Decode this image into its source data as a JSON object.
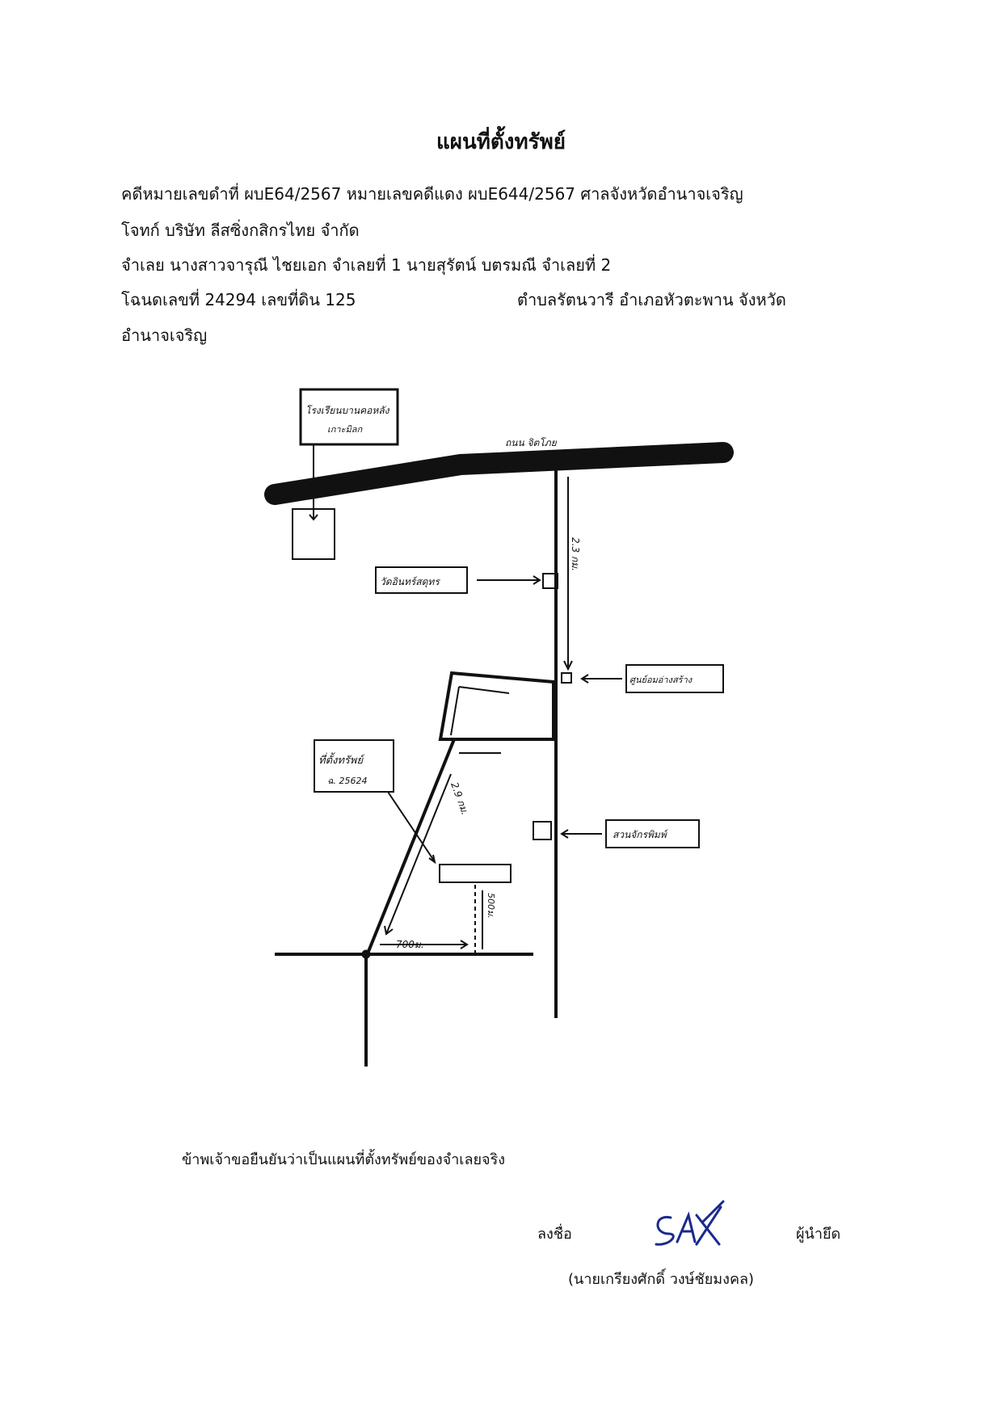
{
  "document": {
    "title": "แผนที่ตั้งทรัพย์",
    "line1": "คดีหมายเลขดำที่  ผบE64/2567 หมายเลขคดีแดง  ผบE644/2567  ศาลจังหวัดอำนาจเจริญ",
    "line2": "โจทก์ บริษัท ลีสซิ่งกสิกรไทย จำกัด",
    "line3": "จำเลย  นางสาวจารุณี ไชยเอก จำเลยที่ 1 นายสุรัตน์ บตรมณี จำเลยที่ 2",
    "line4a": "โฉนดเลขที่ 24294 เลขที่ดิน 125",
    "line4b": "ตำบลรัตนวารี อำเภอหัวตะพาน จังหวัด",
    "line5": "อำนาจเจริญ"
  },
  "map": {
    "school_label_1": "โรงเรียนบานคอหลัง",
    "school_label_2": "เกาะมิลก",
    "road_label": "ถนน จิตโภย",
    "temple_label": "วัดอินทร์สดุทร",
    "distance_main": "2.3 กม.",
    "shrine_label": "ศูนย์อมอ่างสร้าง",
    "property_label_1": "ที่ตั้งทรัพย์",
    "property_label_2": "ฉ. 25624",
    "distance_side": "2.9 กม.",
    "farm_label": "สวนจักรพิมพ์",
    "distance_500": "500ม.",
    "distance_700": "700ม."
  },
  "footer": {
    "confirm_text": "ข้าพเจ้าขอยืนยันว่าเป็นแผนที่ตั้งทรัพย์ของจำเลยจริง",
    "sign_label": "ลงชื่อ",
    "signature_text": "SAK",
    "sign_role": "ผู้นำยึด",
    "sign_name": "(นายเกรียงศักดิ์ วงษ์ชัยมงคล)"
  },
  "colors": {
    "ink": "#111111",
    "signature_ink": "#1a2a8c"
  }
}
